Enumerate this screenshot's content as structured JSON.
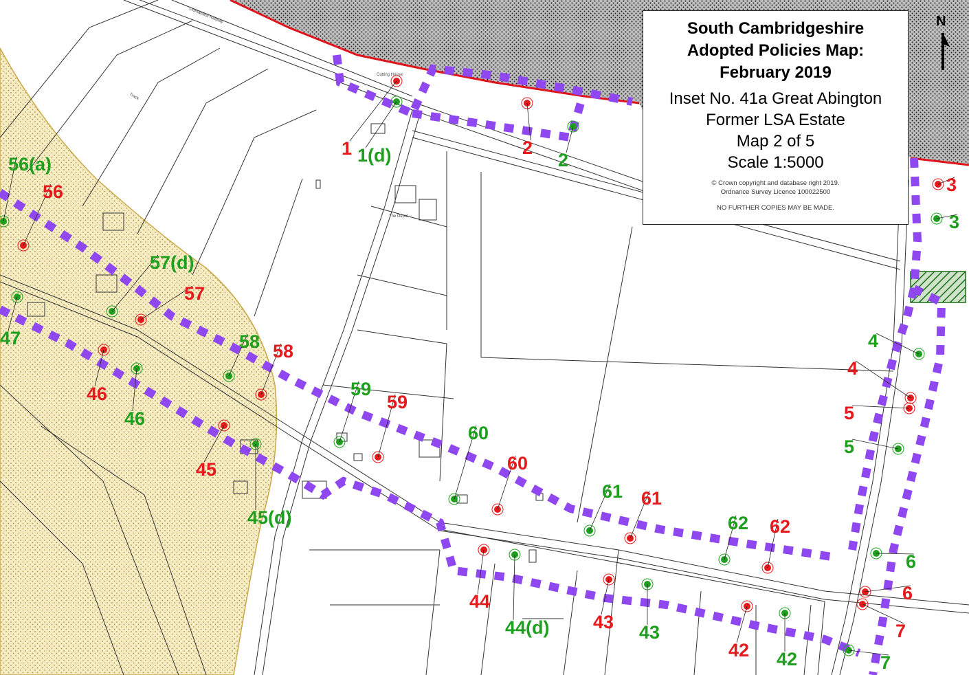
{
  "title": {
    "line1": "South Cambridgeshire",
    "line2": "Adopted Policies Map:",
    "line3": "February 2019",
    "line4": "Inset No. 41a Great Abington",
    "line5": "Former LSA Estate",
    "line6": "Map 2 of 5",
    "line7": "Scale 1:5000",
    "copyright1": "© Crown copyright and database right 2019.",
    "copyright2": "Ordnance Survey Licence 100022500",
    "notice": "NO FURTHER COPIES MAY BE MADE."
  },
  "north_arrow": {
    "label": "N"
  },
  "colors": {
    "red_marker": "#e41a1c",
    "green_marker": "#1ea01e",
    "boundary_purple": "#8f48f0",
    "hatched_area": "#1a6e1a",
    "yellow_area": "#f5ecc4",
    "red_boundary": "#e0141c"
  },
  "map_text": {
    "railway": "Dismantled Railway",
    "cutting_house": "Cutting House",
    "track": "Track",
    "depot": "The Depot"
  },
  "markers": [
    {
      "label": "1",
      "color": "red"
    },
    {
      "label": "1(d)",
      "color": "green"
    },
    {
      "label": "2",
      "color": "red"
    },
    {
      "label": "2",
      "color": "green"
    },
    {
      "label": "3",
      "color": "red"
    },
    {
      "label": "3",
      "color": "green"
    },
    {
      "label": "4",
      "color": "green"
    },
    {
      "label": "4",
      "color": "red"
    },
    {
      "label": "5",
      "color": "red"
    },
    {
      "label": "5",
      "color": "green"
    },
    {
      "label": "6",
      "color": "green"
    },
    {
      "label": "6",
      "color": "red"
    },
    {
      "label": "7",
      "color": "red"
    },
    {
      "label": "7",
      "color": "green"
    },
    {
      "label": "42",
      "color": "red"
    },
    {
      "label": "42",
      "color": "green"
    },
    {
      "label": "43",
      "color": "red"
    },
    {
      "label": "43",
      "color": "green"
    },
    {
      "label": "44",
      "color": "red"
    },
    {
      "label": "44(d)",
      "color": "green"
    },
    {
      "label": "45",
      "color": "red"
    },
    {
      "label": "45(d)",
      "color": "green"
    },
    {
      "label": "46",
      "color": "red"
    },
    {
      "label": "46",
      "color": "green"
    },
    {
      "label": "47",
      "color": "green"
    },
    {
      "label": "56(a)",
      "color": "green"
    },
    {
      "label": "56",
      "color": "red"
    },
    {
      "label": "57(d)",
      "color": "green"
    },
    {
      "label": "57",
      "color": "red"
    },
    {
      "label": "58",
      "color": "green"
    },
    {
      "label": "58",
      "color": "red"
    },
    {
      "label": "59",
      "color": "green"
    },
    {
      "label": "59",
      "color": "red"
    },
    {
      "label": "60",
      "color": "green"
    },
    {
      "label": "60",
      "color": "red"
    },
    {
      "label": "61",
      "color": "green"
    },
    {
      "label": "61",
      "color": "red"
    },
    {
      "label": "62",
      "color": "green"
    },
    {
      "label": "62",
      "color": "red"
    }
  ]
}
